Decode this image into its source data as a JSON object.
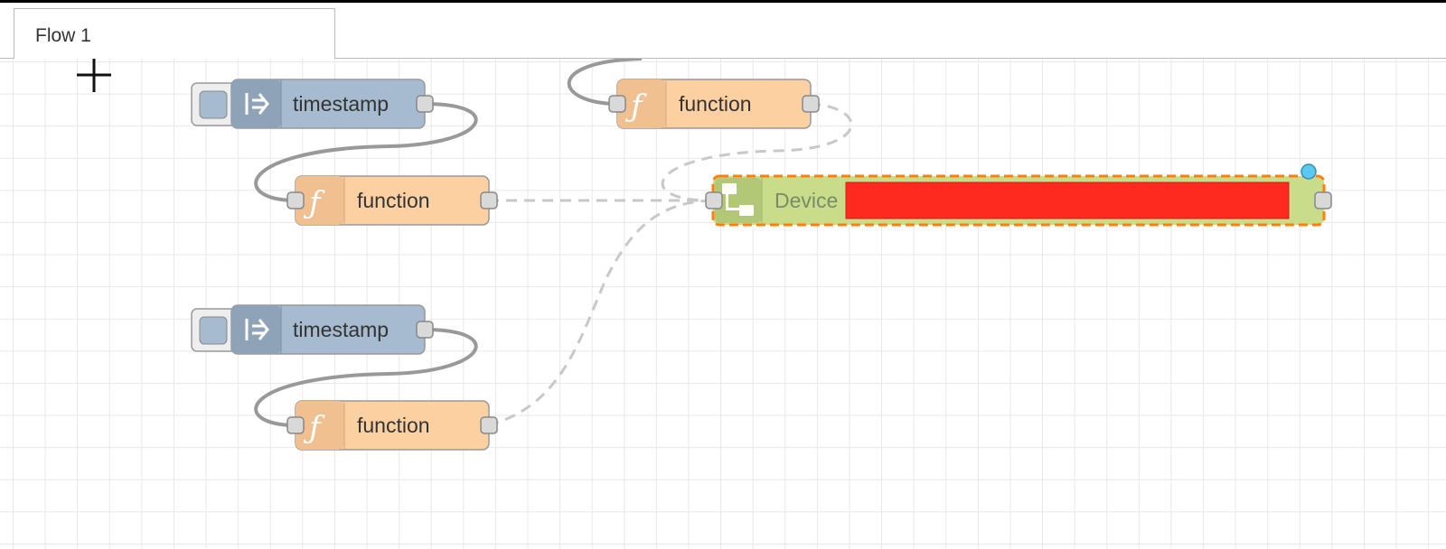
{
  "tabs": [
    {
      "label": "Flow 1"
    }
  ],
  "nodes": {
    "inject_1": {
      "label": "timestamp"
    },
    "function_1": {
      "label": "function"
    },
    "inject_2": {
      "label": "timestamp"
    },
    "function_2": {
      "label": "function"
    },
    "function_3": {
      "label": "function"
    },
    "device_1": {
      "label": "Device"
    }
  },
  "colors": {
    "inject": "#a6bbcf",
    "function": "#fdd0a2",
    "device": "#c8dc8a",
    "selection": "#ff7f0e",
    "redacted": "#ff2a1f",
    "status_dot": "#5bc8f0",
    "wire": "#999999"
  },
  "icons": {
    "inject": "arrow-in-icon",
    "function": "function-f-icon",
    "device": "network-device-icon",
    "cursor": "crosshair-icon"
  }
}
